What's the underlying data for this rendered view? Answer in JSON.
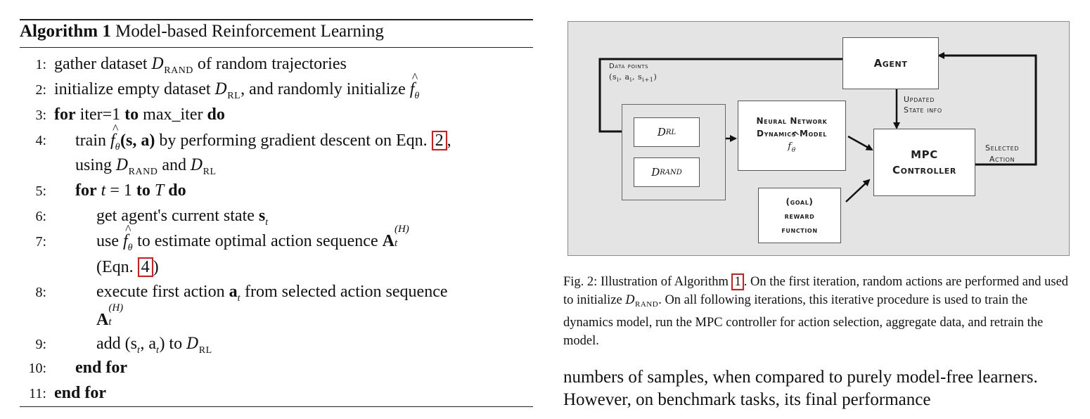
{
  "algorithm": {
    "title_label": "Algorithm 1",
    "title_text": "Model-based Reinforcement Learning",
    "lines": [
      {
        "num": "1:",
        "text": "gather dataset",
        "ds": "D",
        "ds_sub": "RAND",
        "rest": "of random trajectories"
      },
      {
        "num": "2:",
        "text": "initialize empty dataset",
        "ds": "D",
        "ds_sub": "RL",
        "rest": ", and randomly initialize",
        "f": "f",
        "f_sub": "θ"
      },
      {
        "num": "3:",
        "kw1": "for",
        "text": "iter=1",
        "kw2": "to",
        "rest": "max_iter",
        "kw3": "do"
      },
      {
        "num": "4:",
        "text": "train",
        "f": "f",
        "f_sub": "θ",
        "args": "(s, a)",
        "rest": "by performing gradient descent on Eqn.",
        "ref": "2",
        "tail": ","
      },
      {
        "num": "",
        "text": "using",
        "ds": "D",
        "ds_sub": "RAND",
        "mid": "and",
        "ds2_sub": "RL"
      },
      {
        "num": "5:",
        "kw1": "for",
        "var": "t",
        "eq": "= 1",
        "kw2": "to",
        "var2": "T",
        "kw3": "do"
      },
      {
        "num": "6:",
        "text": "get agent's current state",
        "var": "s",
        "var_sub": "t"
      },
      {
        "num": "7:",
        "text": "use",
        "f": "f",
        "f_sub": "θ",
        "rest": "to estimate optimal action sequence",
        "var": "A",
        "var_sub": "t",
        "var_sup": "(H)"
      },
      {
        "num": "",
        "text": "(Eqn.",
        "ref": "4",
        "tail": ")"
      },
      {
        "num": "8:",
        "text": "execute first action",
        "var": "a",
        "var_sub": "t",
        "rest": "from selected action sequence"
      },
      {
        "num": "",
        "var": "A",
        "var_sub": "t",
        "var_sup": "(H)"
      },
      {
        "num": "9:",
        "text": "add",
        "args": "(s",
        "args2": ", a",
        "args3": ") to",
        "ds": "D",
        "ds_sub": "RL"
      },
      {
        "num": "10:",
        "kw1": "end for"
      },
      {
        "num": "11:",
        "kw1": "end for"
      }
    ]
  },
  "diagram": {
    "agent": "Agent",
    "data_points": "Data points",
    "data_points_tuple": "(s",
    "data_points_tuple_parts": [
      "i",
      ", a",
      "i",
      ", s",
      "i+1",
      ")"
    ],
    "d_rl": "D",
    "d_rl_sub": "RL",
    "d_rand": "D",
    "d_rand_sub": "RAND",
    "nn_line1": "Neural Network",
    "nn_line2": "Dynamics Model",
    "nn_f": "f",
    "nn_f_sub": "θ",
    "updated_line1": "Updated",
    "updated_line2": "State info",
    "mpc_line1": "MPC",
    "mpc_line2": "Controller",
    "selected_line1": "Selected",
    "selected_line2": "Action",
    "reward_line1": "(goal)",
    "reward_line2": "reward",
    "reward_line3": "function"
  },
  "caption": {
    "prefix": "Fig. 2: Illustration of Algorithm",
    "ref": "1",
    "part1": ". On the first iteration, random actions are performed and used to initialize",
    "ds": "D",
    "ds_sub": "RAND",
    "part2": ". On all following iterations, this iterative procedure is used to train the dynamics model, run the MPC controller for action selection, aggregate data, and retrain the model."
  },
  "body": {
    "text": "numbers of samples, when compared to purely model-free learners. However, on benchmark tasks, its final performance"
  }
}
